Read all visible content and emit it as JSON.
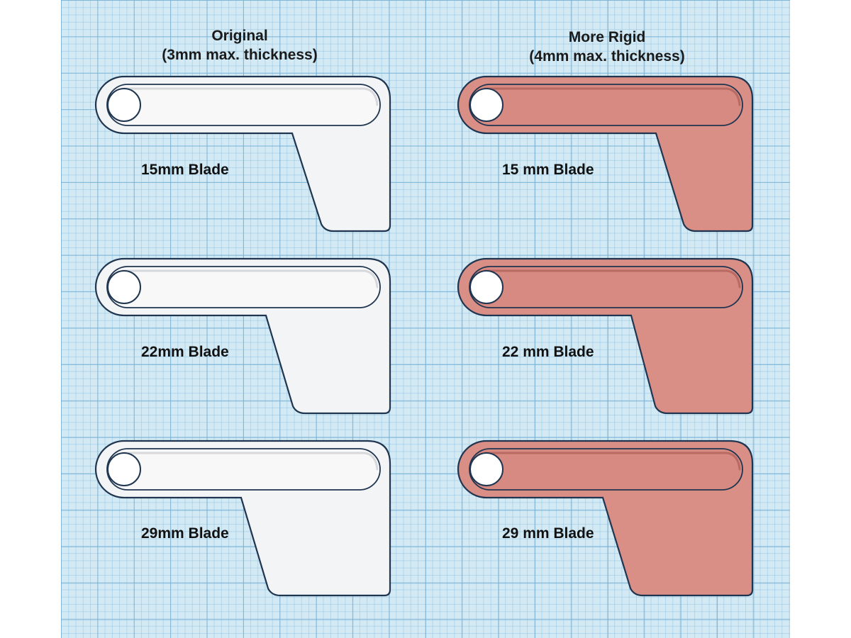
{
  "columns": [
    {
      "title": "Original",
      "subtitle": "(3mm max. thickness)",
      "fill": "#f3f4f6",
      "slot_fill": "#f8f8f9",
      "shade": "#d6d8dc",
      "outline": "#1f3550",
      "blades": [
        "15mm Blade",
        "22mm Blade",
        "29mm Blade"
      ]
    },
    {
      "title": "More Rigid",
      "subtitle": "(4mm max. thickness)",
      "fill": "#d98e86",
      "slot_fill": "#d78a82",
      "shade": "#b86a63",
      "outline": "#1f3550",
      "blades": [
        "15 mm Blade",
        "22 mm Blade",
        "29 mm Blade"
      ]
    }
  ],
  "colors": {
    "workplane": "#d3eaf5",
    "grid_major": "#76b0d4",
    "grid_minor": "#96c4e2"
  }
}
